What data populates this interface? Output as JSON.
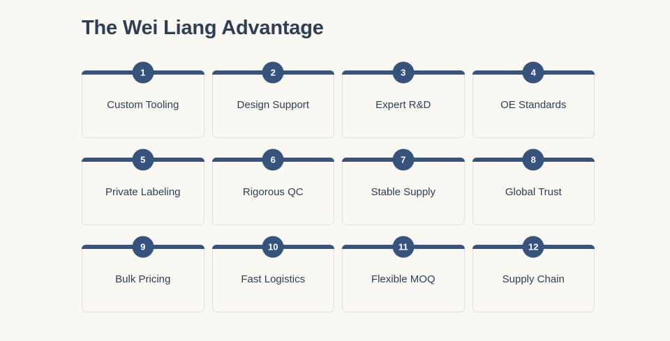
{
  "page": {
    "title": "The Wei Liang Advantage",
    "background_color": "#faf8f3",
    "accent_color": "#36537e",
    "text_color": "#2d3e55",
    "border_color": "#d9dee6"
  },
  "grid": {
    "columns": 4,
    "rows": 3,
    "cards": [
      {
        "number": "1",
        "label": "Custom Tooling"
      },
      {
        "number": "2",
        "label": "Design Support"
      },
      {
        "number": "3",
        "label": "Expert R&D"
      },
      {
        "number": "4",
        "label": "OE Standards"
      },
      {
        "number": "5",
        "label": "Private Labeling"
      },
      {
        "number": "6",
        "label": "Rigorous QC"
      },
      {
        "number": "7",
        "label": "Stable Supply"
      },
      {
        "number": "8",
        "label": "Global Trust"
      },
      {
        "number": "9",
        "label": "Bulk Pricing"
      },
      {
        "number": "10",
        "label": "Fast Logistics"
      },
      {
        "number": "11",
        "label": "Flexible MOQ"
      },
      {
        "number": "12",
        "label": "Supply Chain"
      }
    ]
  }
}
